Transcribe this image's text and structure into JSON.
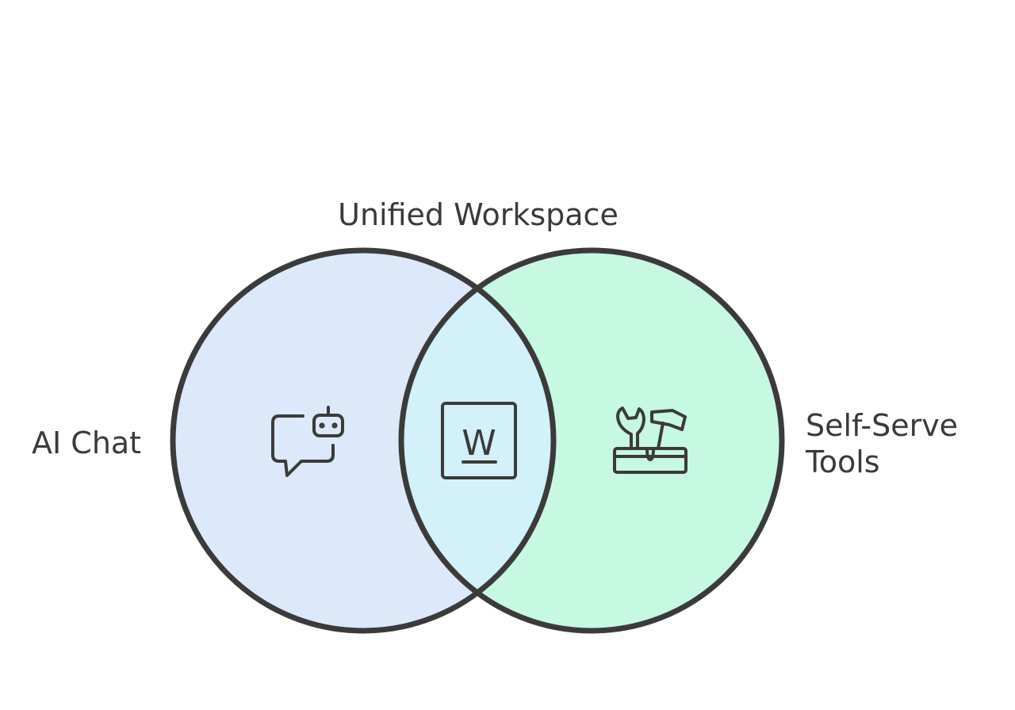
{
  "diagram": {
    "type": "venn",
    "title": "Unified Workspace",
    "left": {
      "label": "AI Chat",
      "icon": "robot-chat-icon"
    },
    "right": {
      "label_line1": "Self-Serve",
      "label_line2": "Tools",
      "icon": "toolbox-icon"
    },
    "intersection": {
      "icon": "w-document-icon",
      "icon_letter": "W"
    }
  },
  "colors": {
    "left_fill": "#dce9fb",
    "right_fill": "#c6f8e2",
    "overlap_fill": "#d2f1fa",
    "outline": "#3b3b3b",
    "text": "#3a3a3a"
  }
}
